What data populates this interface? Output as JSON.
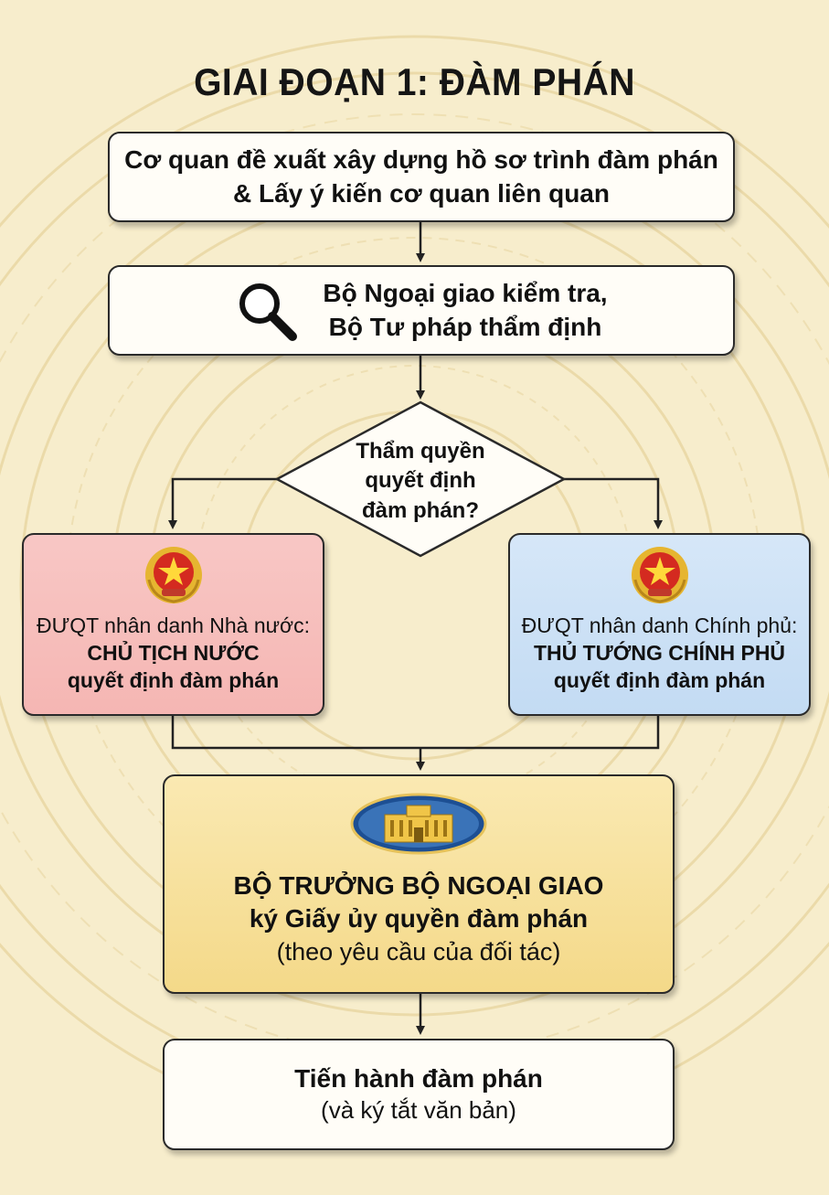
{
  "title": "GIAI ĐOẠN 1: ĐÀM PHÁN",
  "step1": {
    "line1": "Cơ quan đề xuất xây dựng hồ sơ trình đàm phán",
    "line2": "& Lấy ý kiến cơ quan liên quan"
  },
  "step2": {
    "icon": "search-icon",
    "line1": "Bộ Ngoại giao kiểm tra,",
    "line2": "Bộ Tư pháp thẩm định"
  },
  "decision": {
    "line1": "Thẩm quyền",
    "line2": "quyết định",
    "line3": "đàm phán?"
  },
  "branch_state": {
    "icon": "national-emblem-icon",
    "line1": "ĐƯQT nhân danh Nhà nước:",
    "line2": "CHỦ TỊCH NƯỚC",
    "line3": "quyết định đàm phán",
    "color": "#f5b6b3"
  },
  "branch_government": {
    "icon": "national-emblem-icon",
    "line1": "ĐƯQT nhân danh Chính phủ:",
    "line2": "THỦ TƯỚNG CHÍNH PHỦ",
    "line3": "quyết định đàm phán",
    "color": "#c3dbf3"
  },
  "step_minister": {
    "icon": "ministry-building-icon",
    "line1": "BỘ TRƯỞNG BỘ NGOẠI GIAO",
    "line2": "ký Giấy ủy quyền đàm phán",
    "line3": "(theo yêu cầu của đối tác)",
    "color": "#f4d989"
  },
  "step_final": {
    "line1": "Tiến hành đàm phán",
    "line2": "(và ký tắt văn bản)"
  },
  "colors": {
    "background": "#f7edcc",
    "border": "#2a2a2a",
    "arrow": "#222222"
  }
}
